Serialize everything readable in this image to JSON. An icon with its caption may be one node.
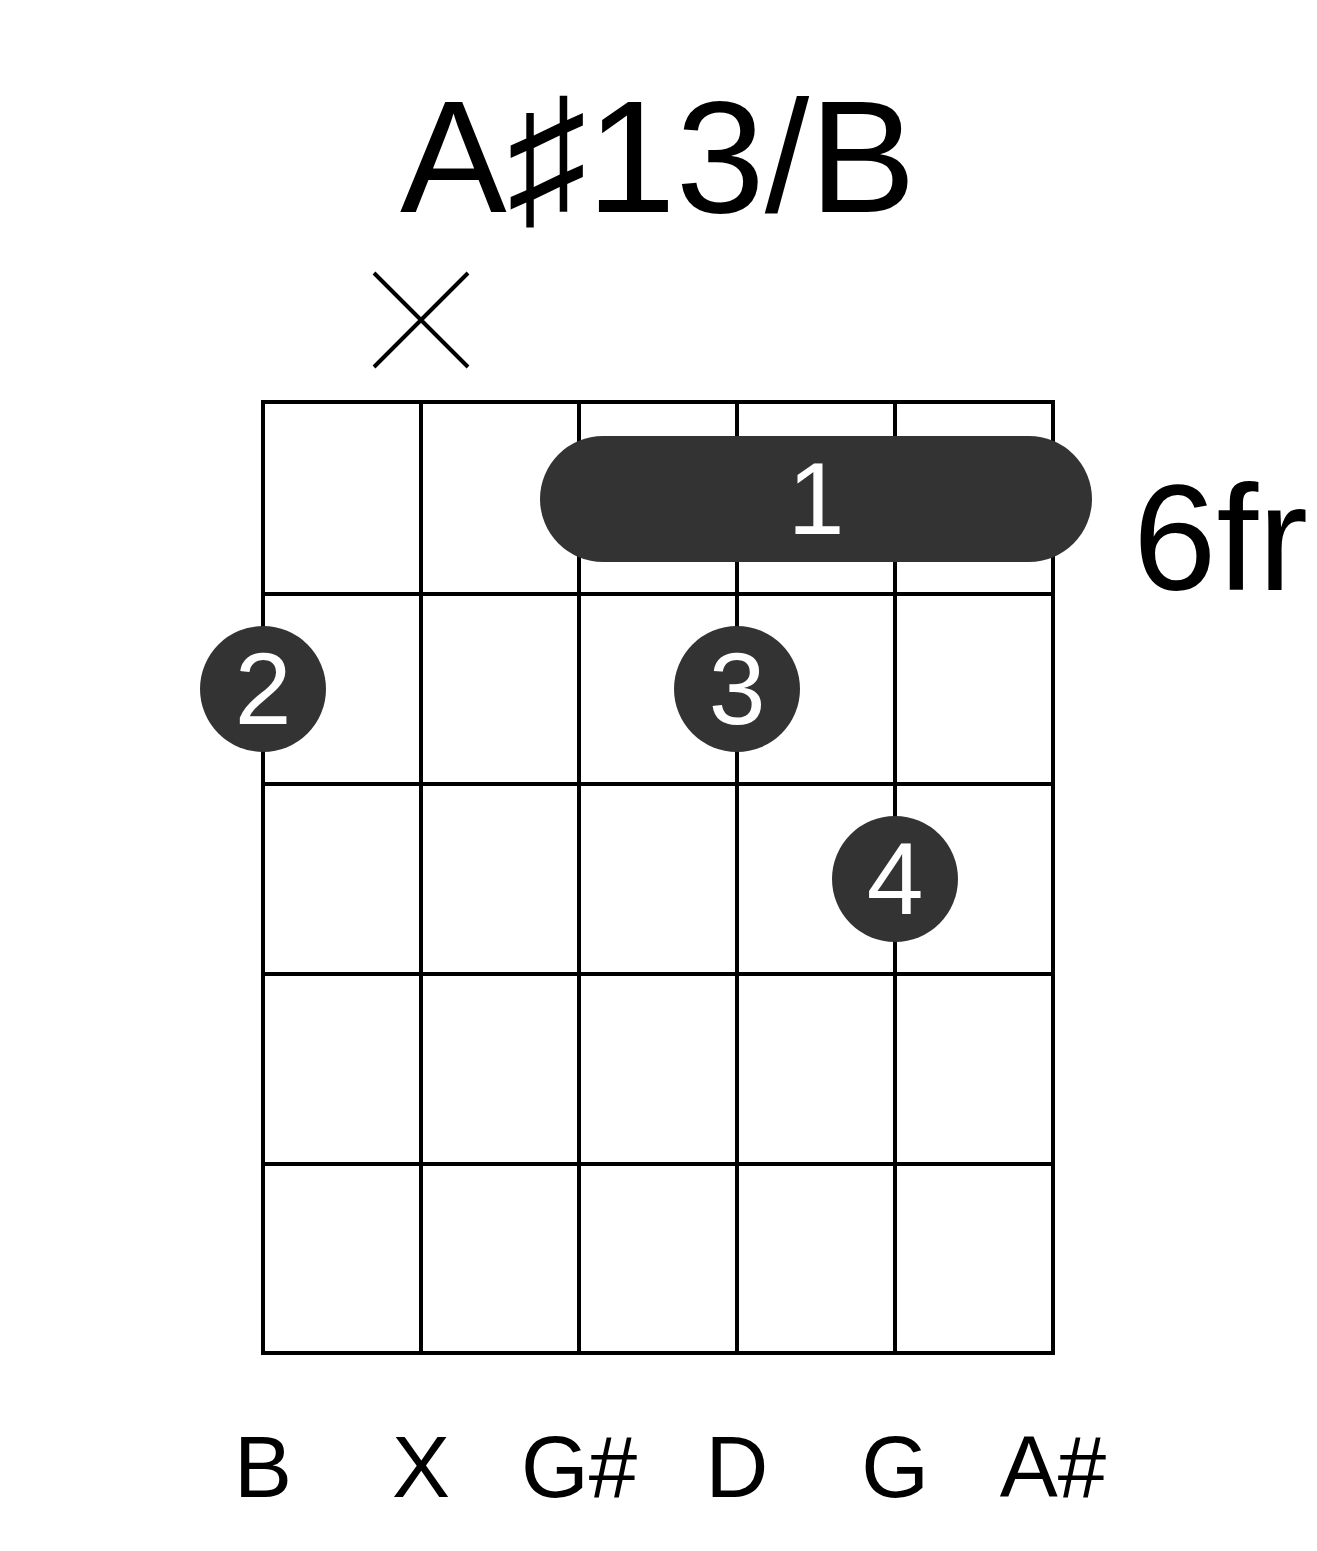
{
  "diagram": {
    "title": "A♯13/B",
    "nodes": [
      {
        "text": [
          "1"
        ]
      },
      {
        "text": [
          "2"
        ]
      },
      {
        "text": [
          "3"
        ]
      },
      {
        "text": [
          "4"
        ]
      }
    ],
    "edges": [],
    "labels": [
      "6fr",
      "B",
      "X",
      "G#",
      "D",
      "G",
      "A#"
    ]
  }
}
